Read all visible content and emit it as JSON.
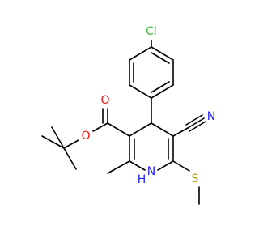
{
  "molecule": {
    "atoms": {
      "cl": {
        "label": "Cl",
        "color": "#3dbf3d"
      },
      "n_cyano": {
        "label": "N",
        "color": "#2020ff"
      },
      "o_carbonyl": {
        "label": "O",
        "color": "#ff0d0d"
      },
      "o_ester": {
        "label": "O",
        "color": "#ff0d0d"
      },
      "n_ring": {
        "label": "N",
        "color": "#2020ff"
      },
      "h_ring": {
        "label": "H",
        "color": "#2020ff"
      },
      "s": {
        "label": "S",
        "color": "#b2a000"
      }
    },
    "bond_color": "#000000"
  }
}
